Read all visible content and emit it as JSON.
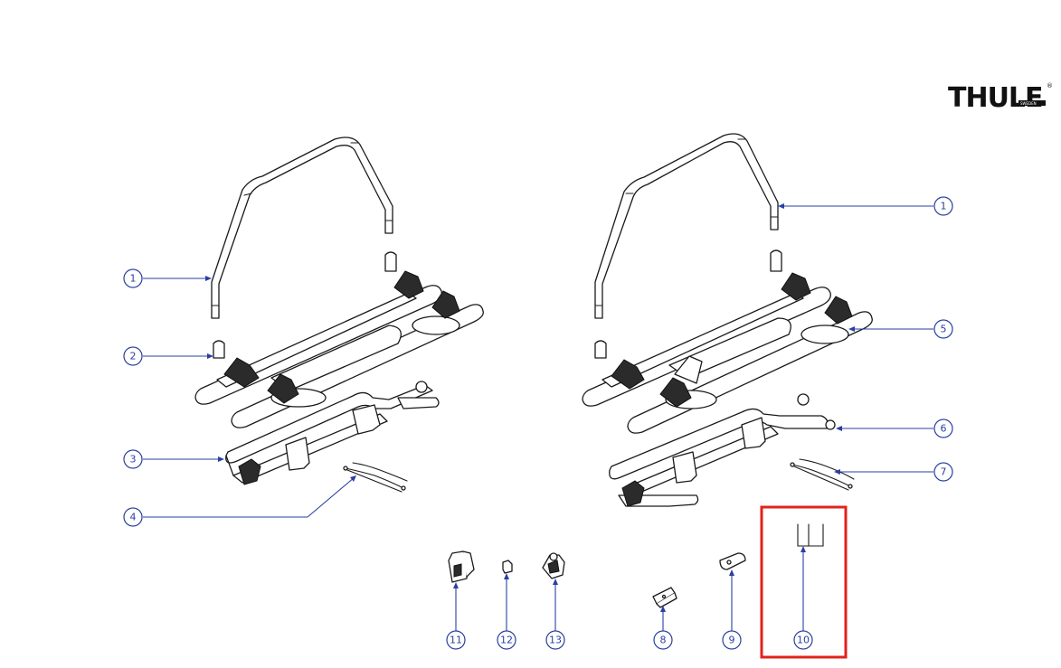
{
  "brand": {
    "name": "THULE",
    "sub": "SWEDEN",
    "registered": "®"
  },
  "callouts": {
    "c1_left": "1",
    "c2": "2",
    "c3": "3",
    "c4": "4",
    "c1_right": "1",
    "c5": "5",
    "c6": "6",
    "c7": "7",
    "c8": "8",
    "c9": "9",
    "c10": "10",
    "c11": "11",
    "c12": "12",
    "c13": "13"
  },
  "colors": {
    "callout": "#2a3fa0",
    "highlight": "#e0231c",
    "line": "#1a1a1a"
  }
}
